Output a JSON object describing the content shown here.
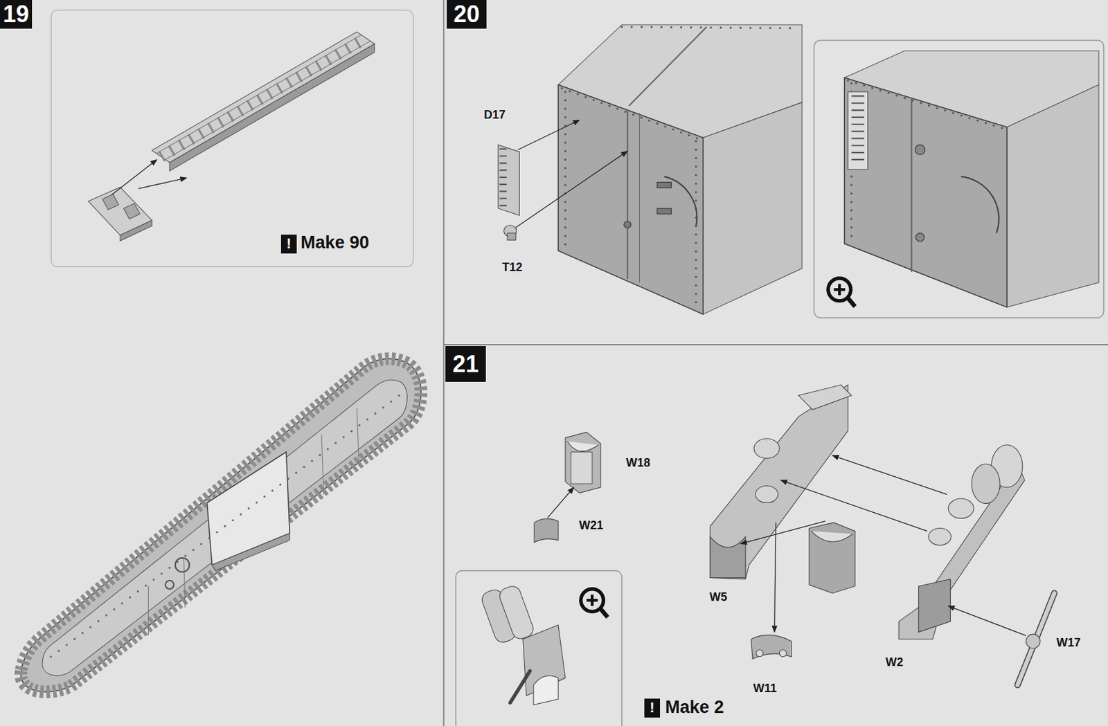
{
  "diagram": {
    "nodes": [
      {
        "text": [
          "19"
        ]
      },
      {
        "text": [
          "Make 90"
        ]
      },
      {
        "text": [
          "!"
        ],
        "in": 1
      },
      {
        "text": [
          "20"
        ]
      },
      {
        "text": [
          "21"
        ]
      },
      {
        "text": [
          "!"
        ]
      }
    ],
    "labels": [
      "D17",
      "T12",
      "W18",
      "W21",
      "W5",
      "W11",
      "W2",
      "W17",
      "Make 2"
    ]
  }
}
